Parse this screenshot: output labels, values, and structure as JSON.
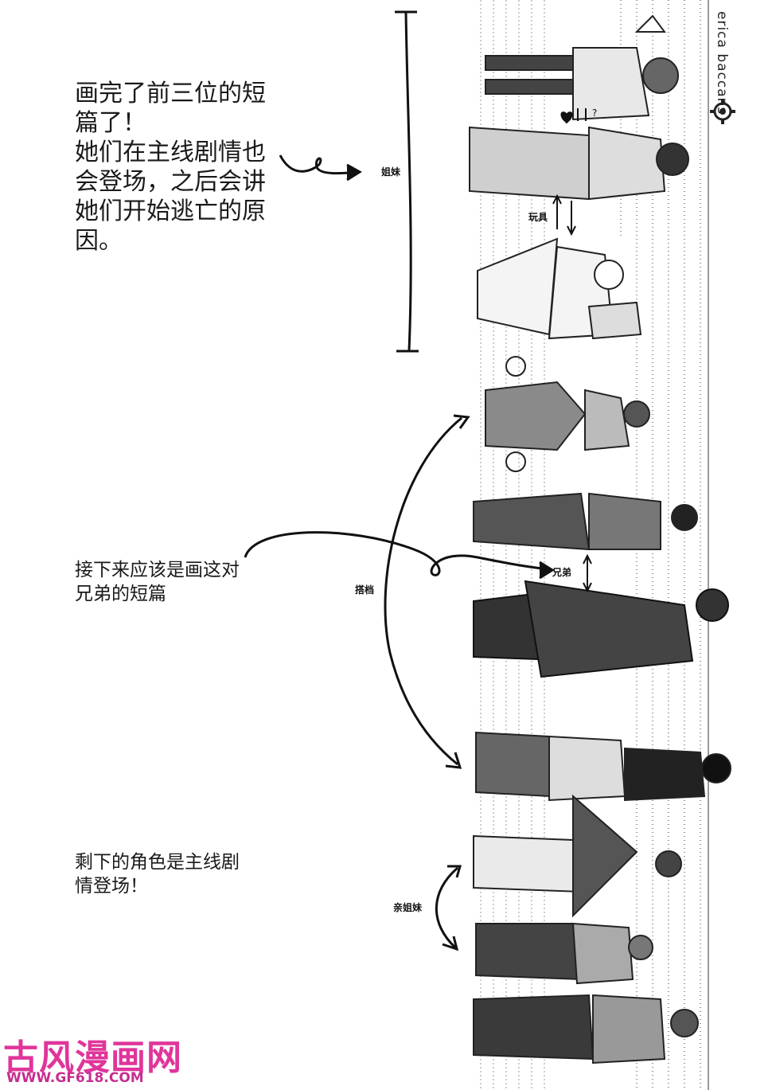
{
  "notes": {
    "first_three": "画完了前三位的短\n篇了！\n她们在主线剧情也\n会登场，之后会讲\n她们开始逃亡的原\n因。",
    "brothers_next": "接下来应该是画这对\n兄弟的短篇",
    "remaining": "剩下的角色是主线剧\n情登场！"
  },
  "tags": {
    "sisters": "姐妹",
    "toys": "玩具",
    "partners": "搭档",
    "brothers": "兄弟",
    "real_sisters": "亲姐妹"
  },
  "symbols": {
    "question": "?"
  },
  "artist_signature": "erica baccans",
  "watermark": {
    "title": "古风漫画网",
    "url": "WWW.GF618.COM"
  },
  "colors": {
    "ink": "#111111",
    "watermark_pink": "#e0359a",
    "watermark_purple": "#b84de0"
  }
}
